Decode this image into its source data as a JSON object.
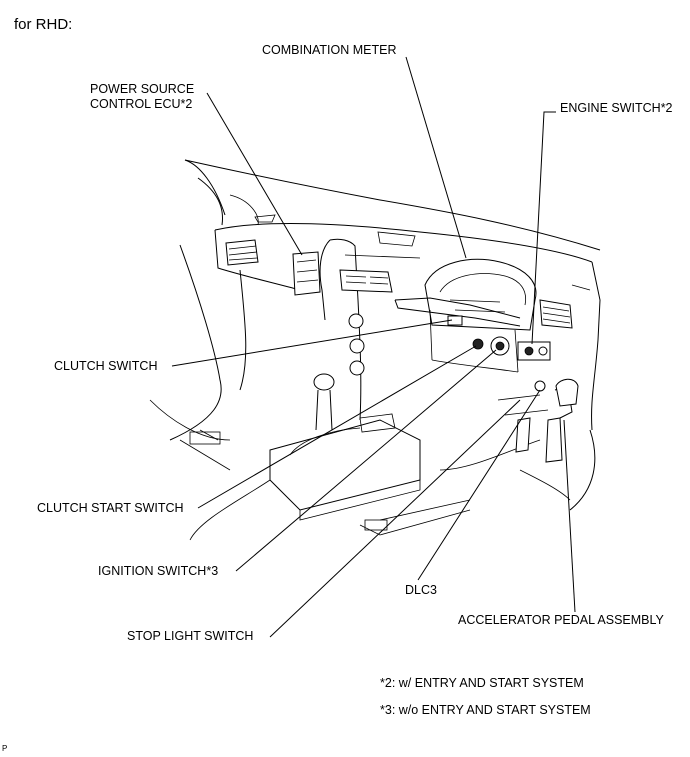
{
  "header": "for RHD:",
  "labels": {
    "combination_meter": "COMBINATION METER",
    "power_source_ecu_line1": "POWER SOURCE",
    "power_source_ecu_line2": "CONTROL ECU*2",
    "engine_switch": "ENGINE SWITCH*2",
    "clutch_switch": "CLUTCH SWITCH",
    "clutch_start_switch": "CLUTCH START SWITCH",
    "ignition_switch": "IGNITION SWITCH*3",
    "dlc3": "DLC3",
    "accelerator_pedal": "ACCELERATOR PEDAL ASSEMBLY",
    "stop_light_switch": "STOP LIGHT SWITCH"
  },
  "notes": {
    "note2": "*2: w/ ENTRY AND START SYSTEM",
    "note3": "*3: w/o ENTRY AND START SYSTEM"
  },
  "ref_code": "P"
}
